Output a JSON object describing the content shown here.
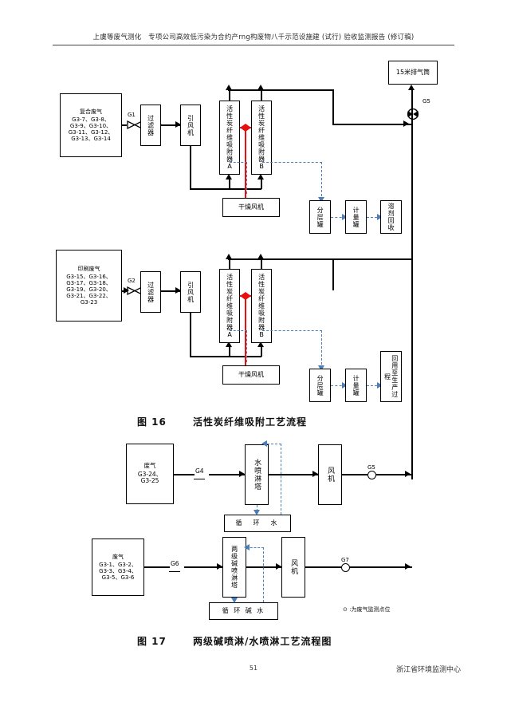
{
  "page": {
    "header": "上虞等废气测化　专项公司高效低污染为合约产rng构废物八千示范设施建 (试行) 验收监测报告 (修订稿)",
    "page_number": "51",
    "footer_org": "浙江省环境监测中心"
  },
  "figure16": {
    "caption_no": "图 16",
    "caption_text": "活性炭纤维吸附工艺流程",
    "stack": "15米排气筒",
    "stack_point": "G5",
    "line1": {
      "source_title": "复合废气",
      "source_items": [
        "G3-7、G3-8、",
        "G3-9、G3-10、",
        "G3-11、G3-12、",
        "G3-13、G3-14"
      ],
      "valve_label": "G1",
      "filter": "过滤器",
      "fan": "引风机",
      "adsorber_a": "活性炭纤维吸附器A",
      "adsorber_b": "活性炭纤维吸附器B",
      "dryer": "干燥风机",
      "separator": "分层罐",
      "meter": "计量罐",
      "recovery": "溶剂回收"
    },
    "line2": {
      "source_title": "印刷废气",
      "source_items": [
        "G3-15、G3-16、",
        "G3-17、G3-18、",
        "G3-19、G3-20、",
        "G3-21、G3-22、",
        "G3-23"
      ],
      "valve_label": "G2",
      "filter": "过滤器",
      "fan": "引风机",
      "adsorber_a": "活性炭纤维吸附器A",
      "adsorber_b": "活性炭纤维吸附器B",
      "dryer": "干燥风机",
      "separator": "分层罐",
      "meter": "计量罐",
      "recovery": "回用至生产过程"
    }
  },
  "figure17": {
    "caption_no": "图 17",
    "caption_text": "两级碱喷淋/水喷淋工艺流程图",
    "legend": "⊙ :为废气监测点位",
    "upper": {
      "source_title": "废气",
      "source_items": [
        "G3-24、",
        "G3-25"
      ],
      "valve_label": "G4",
      "tower": "水喷淋塔",
      "fan": "风机",
      "circulation": "循　环　水",
      "outlet_point": "G5"
    },
    "lower": {
      "source_title": "废气",
      "source_items": [
        "G3-1、G3-2、",
        "G3-3、G3-4、",
        "G3-5、G3-6"
      ],
      "valve_label": "G6",
      "tower": "两级碱喷淋塔",
      "fan": "风机",
      "circulation": "循 环 碱 水",
      "outlet_point": "G7"
    }
  }
}
